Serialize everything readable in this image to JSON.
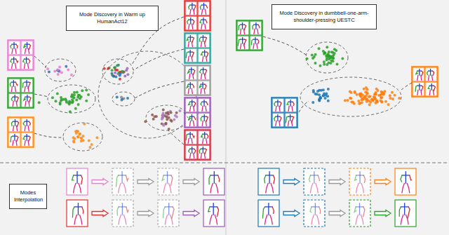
{
  "diagram": {
    "nodes": [
      {
        "text": [
          "Mode Discovery in Warm up HumanAct12"
        ]
      },
      {
        "text": [
          "Mode Discovery in dumbbell-one-arm-shoulder-pressing UESTC"
        ]
      },
      {
        "text": [
          "Modes Interpolation"
        ]
      }
    ]
  }
}
